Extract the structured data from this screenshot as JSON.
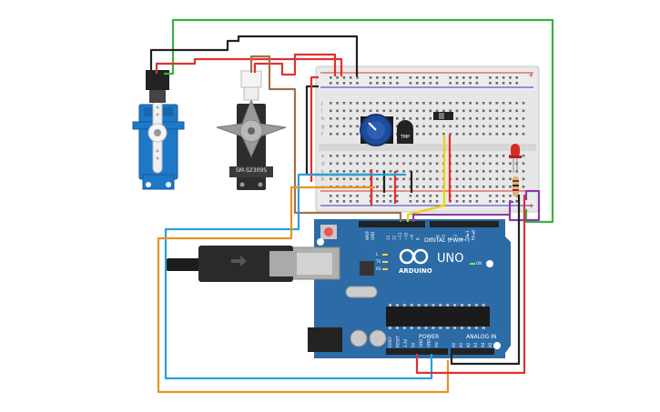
{
  "servo_small": {
    "label": ""
  },
  "servo_large": {
    "label": "SM-S2309S"
  },
  "breadboard": {
    "row_letters_top": [
      "j",
      "i",
      "h",
      "g",
      "f"
    ],
    "row_letters_bottom": [
      "e",
      "d",
      "c",
      "b",
      "a"
    ],
    "rail_plus": "+",
    "rail_minus": "−"
  },
  "potentiometer": {
    "label": ""
  },
  "sensor": {
    "label": "TMP"
  },
  "led": {
    "color": "#d92a2a"
  },
  "arduino": {
    "brand": "ARDUINO",
    "model": "UNO",
    "digital_label": "DIGITAL (PWM~)",
    "power_label": "POWER",
    "analog_label": "ANALOG IN",
    "tx": "TX",
    "rx": "RX",
    "l": "L",
    "on": "ON",
    "aref": "AREF",
    "gnd": "GND",
    "digital_pins": [
      "13",
      "12",
      "~11",
      "~10",
      "~9",
      "8",
      "7",
      "~6",
      "~5",
      "4",
      "~3",
      "2",
      "TX►1",
      "RX◄0"
    ],
    "power_pins": [
      "IOREF",
      "RESET",
      "3.3V",
      "5V",
      "GND",
      "GND",
      "Vin"
    ],
    "analog_pins": [
      "A0",
      "A1",
      "A2",
      "A3",
      "A4",
      "A5"
    ]
  },
  "colors": {
    "board_blue": "#2c6ba6",
    "breadboard": "#e7e7e7",
    "wire_red": "#e03030",
    "wire_black": "#222222",
    "wire_green": "#3cb043",
    "wire_blue": "#2a9fd8",
    "wire_orange": "#e89320",
    "wire_yellow": "#f0d000",
    "wire_purple": "#8b3aa8",
    "wire_brown": "#a0704a",
    "servo_blue": "#1e78c8",
    "servo_dark": "#333333"
  }
}
